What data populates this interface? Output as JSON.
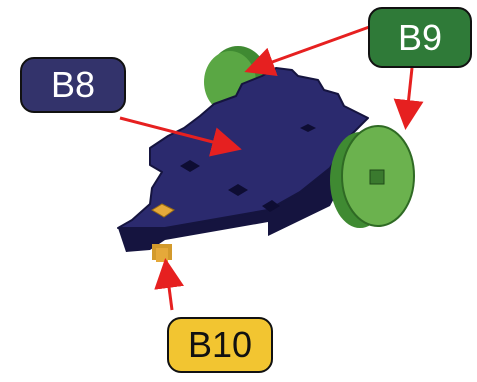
{
  "labels": {
    "b8": "B8",
    "b9": "B9",
    "b10": "B10"
  },
  "colors": {
    "chassis": "#2b2a6e",
    "chassis_edge": "#15143f",
    "wheel": "#4f9a3b",
    "wheel_face": "#6bb24e",
    "caster": "#e5a93a",
    "arrow": "#e62020",
    "b8_fill": "#33336b",
    "b9_fill": "#2f7a38",
    "b10_fill": "#f2c531"
  }
}
